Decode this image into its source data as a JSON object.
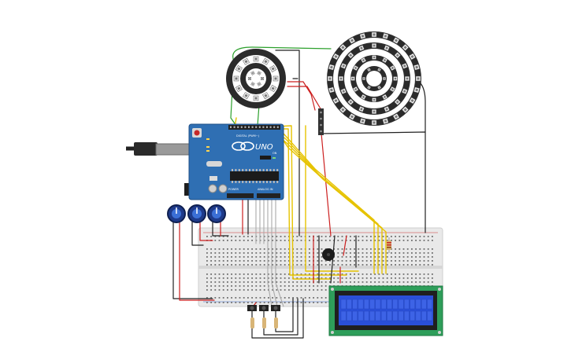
{
  "arduino": {
    "brand_label": "UNO",
    "digital_label": "DIGITAL (PWM~)",
    "power_label": "POWER",
    "analog_label": "ANALOG IN",
    "on_label": "ON"
  },
  "components": {
    "neopixel_rings": [
      "Ring 12",
      "Ring 24",
      "Ring 16"
    ],
    "potentiometers": 3,
    "pushbuttons": 3,
    "lcd": "16x2 LCD"
  },
  "colors": {
    "board": "#2f6fb3",
    "breadboard": "#e8e8e8",
    "wire_yellow": "#e6c300",
    "wire_red": "#cc1f1f",
    "wire_green": "#2ca02c",
    "wire_black": "#222222",
    "lcd_screen": "#2a4fd8",
    "lcd_pcb": "#2e9e5a"
  }
}
